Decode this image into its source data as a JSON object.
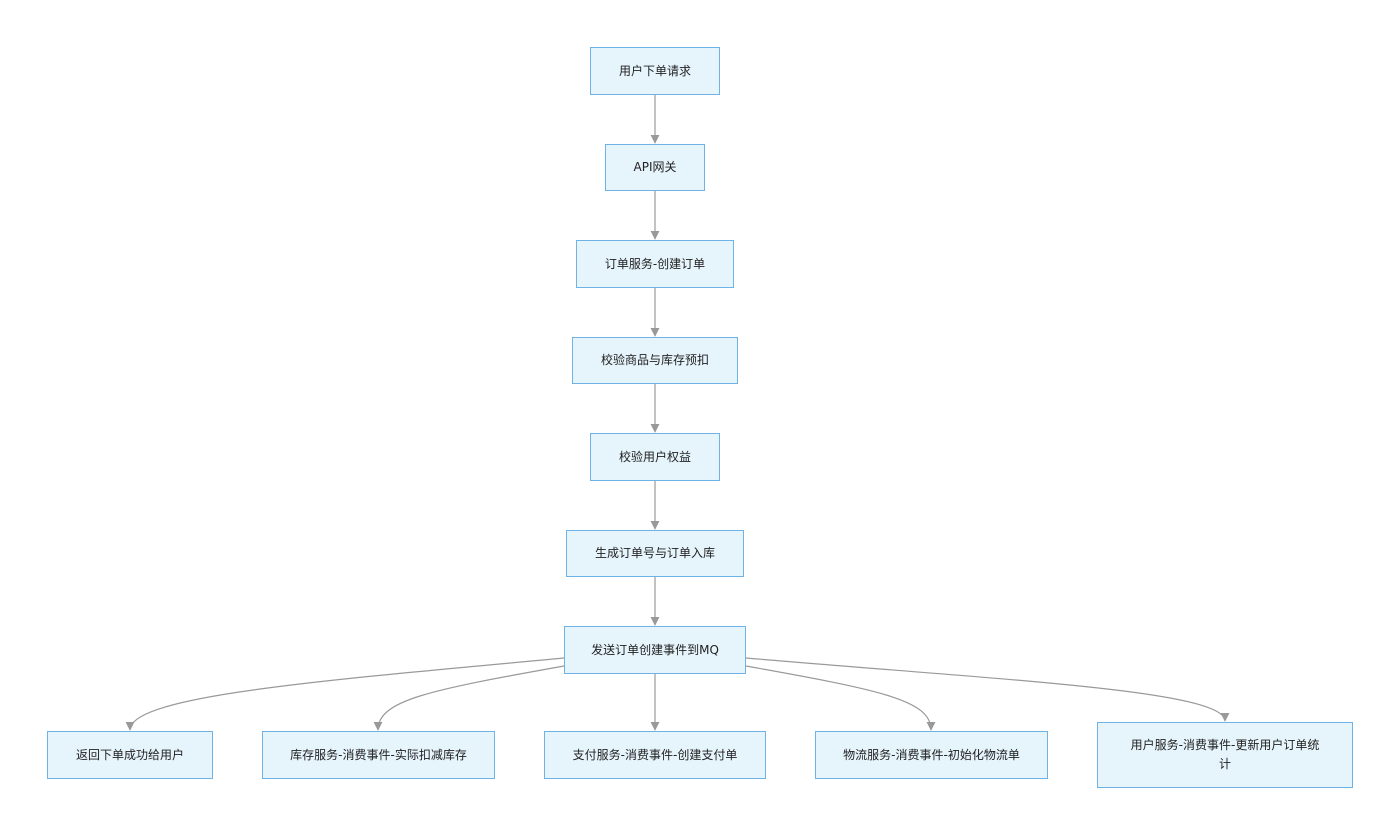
{
  "diagram": {
    "nodes": [
      {
        "id": "n1",
        "label": "用户下单请求"
      },
      {
        "id": "n2",
        "label": "API网关"
      },
      {
        "id": "n3",
        "label": "订单服务-创建订单"
      },
      {
        "id": "n4",
        "label": "校验商品与库存预扣"
      },
      {
        "id": "n5",
        "label": "校验用户权益"
      },
      {
        "id": "n6",
        "label": "生成订单号与订单入库"
      },
      {
        "id": "n7",
        "label": "发送订单创建事件到MQ"
      },
      {
        "id": "n8",
        "label": "返回下单成功给用户"
      },
      {
        "id": "n9",
        "label": "库存服务-消费事件-实际扣减库存"
      },
      {
        "id": "n10",
        "label": "支付服务-消费事件-创建支付单"
      },
      {
        "id": "n11",
        "label": "物流服务-消费事件-初始化物流单"
      },
      {
        "id": "n12",
        "label": "用户服务-消费事件-更新用户订单统计"
      }
    ],
    "edges": [
      {
        "from": "n1",
        "to": "n2"
      },
      {
        "from": "n2",
        "to": "n3"
      },
      {
        "from": "n3",
        "to": "n4"
      },
      {
        "from": "n4",
        "to": "n5"
      },
      {
        "from": "n5",
        "to": "n6"
      },
      {
        "from": "n6",
        "to": "n7"
      },
      {
        "from": "n7",
        "to": "n8"
      },
      {
        "from": "n7",
        "to": "n9"
      },
      {
        "from": "n7",
        "to": "n10"
      },
      {
        "from": "n7",
        "to": "n11"
      },
      {
        "from": "n7",
        "to": "n12"
      }
    ],
    "colors": {
      "node_fill": "#e6f4fc",
      "node_border": "#6fb2e6",
      "edge": "#999999"
    }
  }
}
